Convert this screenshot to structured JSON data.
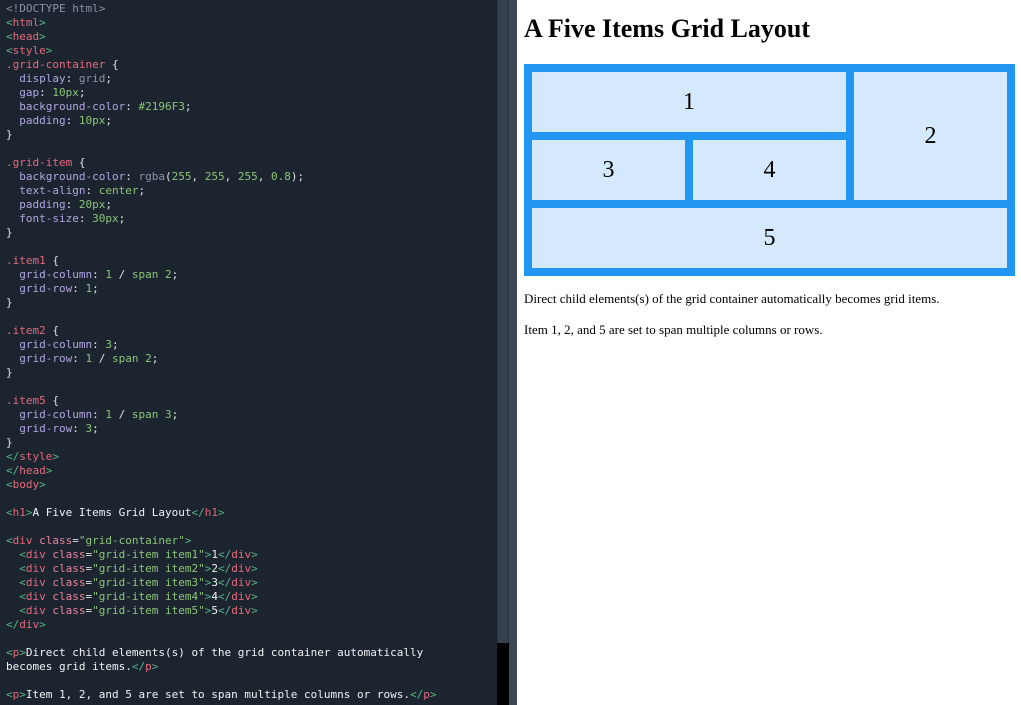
{
  "editor": {
    "background": "#1b242f",
    "token_colors": {
      "muted": "#8a95a2",
      "bracket": "#55b586",
      "tag": "#e8697b",
      "attr": "#ec8498",
      "property": "#b3a5e3",
      "value": "#8cc578",
      "string": "#8cc578",
      "punct": "#dde2e8",
      "text": "#f2f4f6"
    },
    "lines": [
      [
        [
          "muted",
          "<!DOCTYPE html>"
        ]
      ],
      [
        [
          "bracket",
          "<"
        ],
        [
          "tag",
          "html"
        ],
        [
          "bracket",
          ">"
        ]
      ],
      [
        [
          "bracket",
          "<"
        ],
        [
          "tag",
          "head"
        ],
        [
          "bracket",
          ">"
        ]
      ],
      [
        [
          "bracket",
          "<"
        ],
        [
          "tag",
          "style"
        ],
        [
          "bracket",
          ">"
        ]
      ],
      [
        [
          "tag",
          ".grid-container"
        ],
        [
          "punct",
          " {"
        ]
      ],
      [
        [
          "punct",
          "  "
        ],
        [
          "property",
          "display"
        ],
        [
          "punct",
          ": "
        ],
        [
          "muted",
          "grid"
        ],
        [
          "punct",
          ";"
        ]
      ],
      [
        [
          "punct",
          "  "
        ],
        [
          "property",
          "gap"
        ],
        [
          "punct",
          ": "
        ],
        [
          "value",
          "10px"
        ],
        [
          "punct",
          ";"
        ]
      ],
      [
        [
          "punct",
          "  "
        ],
        [
          "property",
          "background-color"
        ],
        [
          "punct",
          ": "
        ],
        [
          "value",
          "#2196F3"
        ],
        [
          "punct",
          ";"
        ]
      ],
      [
        [
          "punct",
          "  "
        ],
        [
          "property",
          "padding"
        ],
        [
          "punct",
          ": "
        ],
        [
          "value",
          "10px"
        ],
        [
          "punct",
          ";"
        ]
      ],
      [
        [
          "punct",
          "}"
        ]
      ],
      [],
      [
        [
          "tag",
          ".grid-item"
        ],
        [
          "punct",
          " {"
        ]
      ],
      [
        [
          "punct",
          "  "
        ],
        [
          "property",
          "background-color"
        ],
        [
          "punct",
          ": "
        ],
        [
          "muted",
          "rgba"
        ],
        [
          "punct",
          "("
        ],
        [
          "value",
          "255"
        ],
        [
          "punct",
          ", "
        ],
        [
          "value",
          "255"
        ],
        [
          "punct",
          ", "
        ],
        [
          "value",
          "255"
        ],
        [
          "punct",
          ", "
        ],
        [
          "value",
          "0.8"
        ],
        [
          "punct",
          ");"
        ]
      ],
      [
        [
          "punct",
          "  "
        ],
        [
          "property",
          "text-align"
        ],
        [
          "punct",
          ": "
        ],
        [
          "value",
          "center"
        ],
        [
          "punct",
          ";"
        ]
      ],
      [
        [
          "punct",
          "  "
        ],
        [
          "property",
          "padding"
        ],
        [
          "punct",
          ": "
        ],
        [
          "value",
          "20px"
        ],
        [
          "punct",
          ";"
        ]
      ],
      [
        [
          "punct",
          "  "
        ],
        [
          "property",
          "font-size"
        ],
        [
          "punct",
          ": "
        ],
        [
          "value",
          "30px"
        ],
        [
          "punct",
          ";"
        ]
      ],
      [
        [
          "punct",
          "}"
        ]
      ],
      [],
      [
        [
          "tag",
          ".item1"
        ],
        [
          "punct",
          " {"
        ]
      ],
      [
        [
          "punct",
          "  "
        ],
        [
          "property",
          "grid-column"
        ],
        [
          "punct",
          ": "
        ],
        [
          "value",
          "1"
        ],
        [
          "punct",
          " / "
        ],
        [
          "value",
          "span 2"
        ],
        [
          "punct",
          ";"
        ]
      ],
      [
        [
          "punct",
          "  "
        ],
        [
          "property",
          "grid-row"
        ],
        [
          "punct",
          ": "
        ],
        [
          "value",
          "1"
        ],
        [
          "punct",
          ";"
        ]
      ],
      [
        [
          "punct",
          "}"
        ]
      ],
      [],
      [
        [
          "tag",
          ".item2"
        ],
        [
          "punct",
          " {"
        ]
      ],
      [
        [
          "punct",
          "  "
        ],
        [
          "property",
          "grid-column"
        ],
        [
          "punct",
          ": "
        ],
        [
          "value",
          "3"
        ],
        [
          "punct",
          ";"
        ]
      ],
      [
        [
          "punct",
          "  "
        ],
        [
          "property",
          "grid-row"
        ],
        [
          "punct",
          ": "
        ],
        [
          "value",
          "1"
        ],
        [
          "punct",
          " / "
        ],
        [
          "value",
          "span 2"
        ],
        [
          "punct",
          ";"
        ]
      ],
      [
        [
          "punct",
          "}"
        ]
      ],
      [],
      [
        [
          "tag",
          ".item5"
        ],
        [
          "punct",
          " {"
        ]
      ],
      [
        [
          "punct",
          "  "
        ],
        [
          "property",
          "grid-column"
        ],
        [
          "punct",
          ": "
        ],
        [
          "value",
          "1"
        ],
        [
          "punct",
          " / "
        ],
        [
          "value",
          "span 3"
        ],
        [
          "punct",
          ";"
        ]
      ],
      [
        [
          "punct",
          "  "
        ],
        [
          "property",
          "grid-row"
        ],
        [
          "punct",
          ": "
        ],
        [
          "value",
          "3"
        ],
        [
          "punct",
          ";"
        ]
      ],
      [
        [
          "punct",
          "}"
        ]
      ],
      [
        [
          "bracket",
          "</"
        ],
        [
          "tag",
          "style"
        ],
        [
          "bracket",
          ">"
        ]
      ],
      [
        [
          "bracket",
          "</"
        ],
        [
          "tag",
          "head"
        ],
        [
          "bracket",
          ">"
        ]
      ],
      [
        [
          "bracket",
          "<"
        ],
        [
          "tag",
          "body"
        ],
        [
          "bracket",
          ">"
        ]
      ],
      [],
      [
        [
          "bracket",
          "<"
        ],
        [
          "tag",
          "h1"
        ],
        [
          "bracket",
          ">"
        ],
        [
          "text",
          "A Five Items Grid Layout"
        ],
        [
          "bracket",
          "</"
        ],
        [
          "tag",
          "h1"
        ],
        [
          "bracket",
          ">"
        ]
      ],
      [],
      [
        [
          "bracket",
          "<"
        ],
        [
          "tag",
          "div"
        ],
        [
          "punct",
          " "
        ],
        [
          "attr",
          "class"
        ],
        [
          "punct",
          "="
        ],
        [
          "string",
          "\"grid-container\""
        ],
        [
          "bracket",
          ">"
        ]
      ],
      [
        [
          "punct",
          "  "
        ],
        [
          "bracket",
          "<"
        ],
        [
          "tag",
          "div"
        ],
        [
          "punct",
          " "
        ],
        [
          "attr",
          "class"
        ],
        [
          "punct",
          "="
        ],
        [
          "string",
          "\"grid-item item1\""
        ],
        [
          "bracket",
          ">"
        ],
        [
          "text",
          "1"
        ],
        [
          "bracket",
          "</"
        ],
        [
          "tag",
          "div"
        ],
        [
          "bracket",
          ">"
        ]
      ],
      [
        [
          "punct",
          "  "
        ],
        [
          "bracket",
          "<"
        ],
        [
          "tag",
          "div"
        ],
        [
          "punct",
          " "
        ],
        [
          "attr",
          "class"
        ],
        [
          "punct",
          "="
        ],
        [
          "string",
          "\"grid-item item2\""
        ],
        [
          "bracket",
          ">"
        ],
        [
          "text",
          "2"
        ],
        [
          "bracket",
          "</"
        ],
        [
          "tag",
          "div"
        ],
        [
          "bracket",
          ">"
        ]
      ],
      [
        [
          "punct",
          "  "
        ],
        [
          "bracket",
          "<"
        ],
        [
          "tag",
          "div"
        ],
        [
          "punct",
          " "
        ],
        [
          "attr",
          "class"
        ],
        [
          "punct",
          "="
        ],
        [
          "string",
          "\"grid-item item3\""
        ],
        [
          "bracket",
          ">"
        ],
        [
          "text",
          "3"
        ],
        [
          "bracket",
          "</"
        ],
        [
          "tag",
          "div"
        ],
        [
          "bracket",
          ">"
        ]
      ],
      [
        [
          "punct",
          "  "
        ],
        [
          "bracket",
          "<"
        ],
        [
          "tag",
          "div"
        ],
        [
          "punct",
          " "
        ],
        [
          "attr",
          "class"
        ],
        [
          "punct",
          "="
        ],
        [
          "string",
          "\"grid-item item4\""
        ],
        [
          "bracket",
          ">"
        ],
        [
          "text",
          "4"
        ],
        [
          "bracket",
          "</"
        ],
        [
          "tag",
          "div"
        ],
        [
          "bracket",
          ">"
        ]
      ],
      [
        [
          "punct",
          "  "
        ],
        [
          "bracket",
          "<"
        ],
        [
          "tag",
          "div"
        ],
        [
          "punct",
          " "
        ],
        [
          "attr",
          "class"
        ],
        [
          "punct",
          "="
        ],
        [
          "string",
          "\"grid-item item5\""
        ],
        [
          "bracket",
          ">"
        ],
        [
          "text",
          "5"
        ],
        [
          "bracket",
          "</"
        ],
        [
          "tag",
          "div"
        ],
        [
          "bracket",
          ">"
        ]
      ],
      [
        [
          "bracket",
          "</"
        ],
        [
          "tag",
          "div"
        ],
        [
          "bracket",
          ">"
        ]
      ],
      [],
      [
        [
          "bracket",
          "<"
        ],
        [
          "tag",
          "p"
        ],
        [
          "bracket",
          ">"
        ],
        [
          "text",
          "Direct child elements(s) of the grid container automatically"
        ]
      ],
      [
        [
          "text",
          "becomes grid items."
        ],
        [
          "bracket",
          "</"
        ],
        [
          "tag",
          "p"
        ],
        [
          "bracket",
          ">"
        ]
      ],
      [],
      [
        [
          "bracket",
          "<"
        ],
        [
          "tag",
          "p"
        ],
        [
          "bracket",
          ">"
        ],
        [
          "text",
          "Item 1, 2, and 5 are set to span multiple columns or rows."
        ],
        [
          "bracket",
          "</"
        ],
        [
          "tag",
          "p"
        ],
        [
          "bracket",
          ">"
        ]
      ]
    ]
  },
  "preview": {
    "title": "A Five Items Grid Layout",
    "grid": {
      "container_color": "#2196F3",
      "item_color": "#d4e9fb",
      "items": [
        {
          "label": "1"
        },
        {
          "label": "2"
        },
        {
          "label": "3"
        },
        {
          "label": "4"
        },
        {
          "label": "5"
        }
      ]
    },
    "paragraphs": [
      "Direct child elements(s) of the grid container automatically becomes grid items.",
      "Item 1, 2, and 5 are set to span multiple columns or rows."
    ]
  }
}
